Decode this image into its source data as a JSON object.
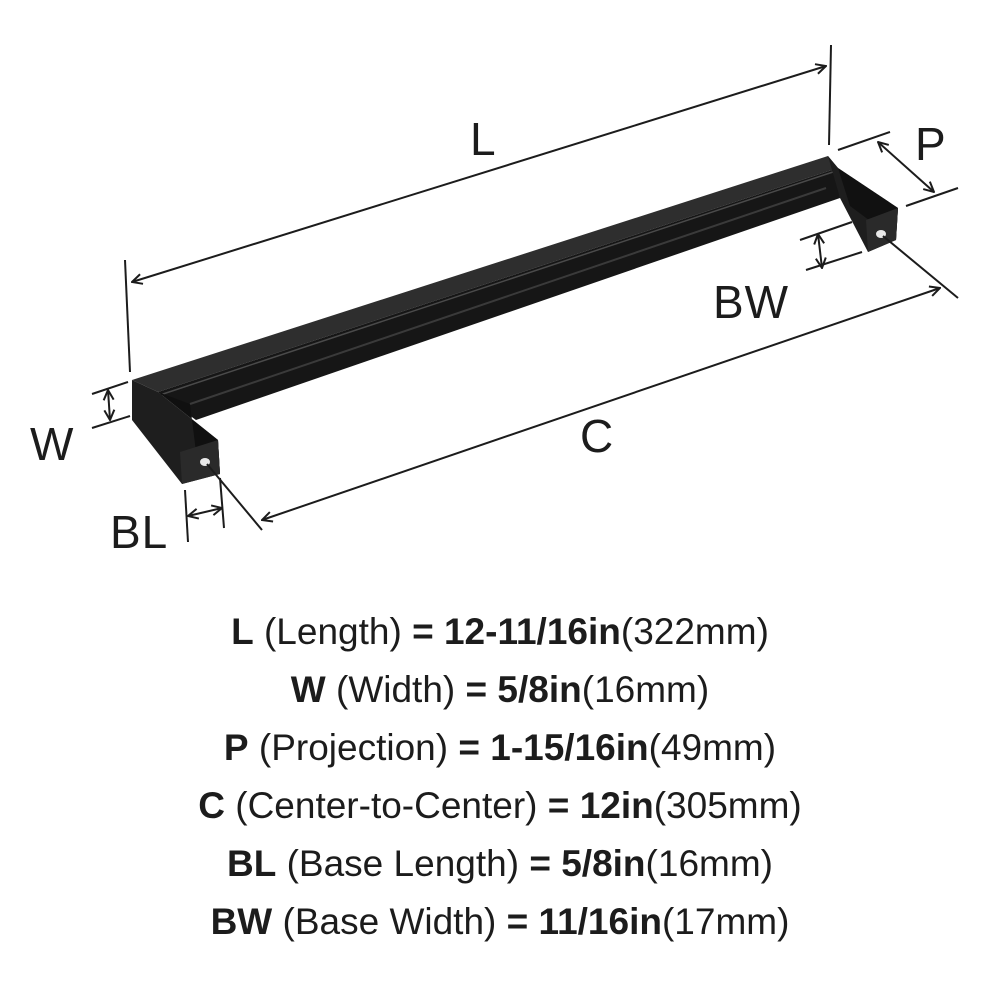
{
  "diagram": {
    "labels": {
      "L": "L",
      "P": "P",
      "W": "W",
      "BW": "BW",
      "C": "C",
      "BL": "BL"
    },
    "product_color": "#1a1a1a",
    "line_color": "#1c1c1c"
  },
  "specs": [
    {
      "abbr": "L",
      "name": "(Length)",
      "eq": "=",
      "imperial": "12-11/16in",
      "metric": "(322mm)"
    },
    {
      "abbr": "W",
      "name": "(Width)",
      "eq": "=",
      "imperial": "5/8in",
      "metric": "(16mm)"
    },
    {
      "abbr": "P",
      "name": "(Projection)",
      "eq": "=",
      "imperial": "1-15/16in",
      "metric": "(49mm)"
    },
    {
      "abbr": "C",
      "name": "(Center-to-Center)",
      "eq": "=",
      "imperial": "12in",
      "metric": "(305mm)"
    },
    {
      "abbr": "BL",
      "name": "(Base Length)",
      "eq": "=",
      "imperial": "5/8in",
      "metric": "(16mm)"
    },
    {
      "abbr": "BW",
      "name": "(Base Width)",
      "eq": "=",
      "imperial": "11/16in",
      "metric": "(17mm)"
    }
  ]
}
